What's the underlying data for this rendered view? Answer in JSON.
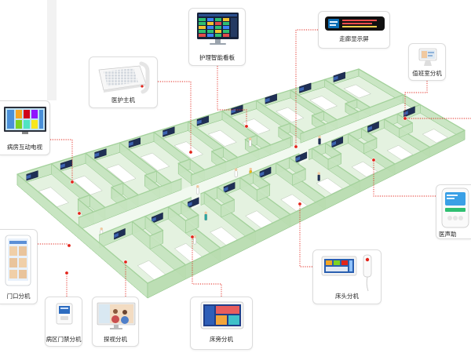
{
  "diagram": {
    "callouts": {
      "nursing_board": {
        "label": "护理智能看板",
        "icon": "dashboard-monitor-icon"
      },
      "corridor_display": {
        "label": "走廊显示屏",
        "icon": "led-bar-display-icon"
      },
      "duty_room": {
        "label": "值班室分机",
        "icon": "desk-tablet-icon"
      },
      "nurse_host": {
        "label": "医护主机",
        "icon": "intercom-console-icon"
      },
      "ward_tv": {
        "label": "病房互动电视",
        "icon": "tv-icon"
      },
      "door_unit": {
        "label": "门口分机",
        "icon": "door-tablet-icon"
      },
      "ward_gate": {
        "label": "病区门禁分机",
        "icon": "access-control-icon"
      },
      "visit_unit": {
        "label": "探视分机",
        "icon": "video-monitor-icon"
      },
      "bedside_unit": {
        "label": "床旁分机",
        "icon": "bedside-tablet-icon"
      },
      "bedhead_unit": {
        "label": "床头分机",
        "icon": "bedhead-panel-icon"
      },
      "voice_unit": {
        "label": "医声助",
        "icon": "handheld-terminal-icon"
      }
    }
  },
  "colors": {
    "leader_line": "#e2231a",
    "floor": "#e4f2e0",
    "corridor": "#f1f9ef",
    "wall": "#c6e4bf",
    "wall_front": "#b8dcb0",
    "wall_edge": "#8fc487",
    "wall_top": "#a3d19b",
    "screen": "#1f2f55"
  }
}
